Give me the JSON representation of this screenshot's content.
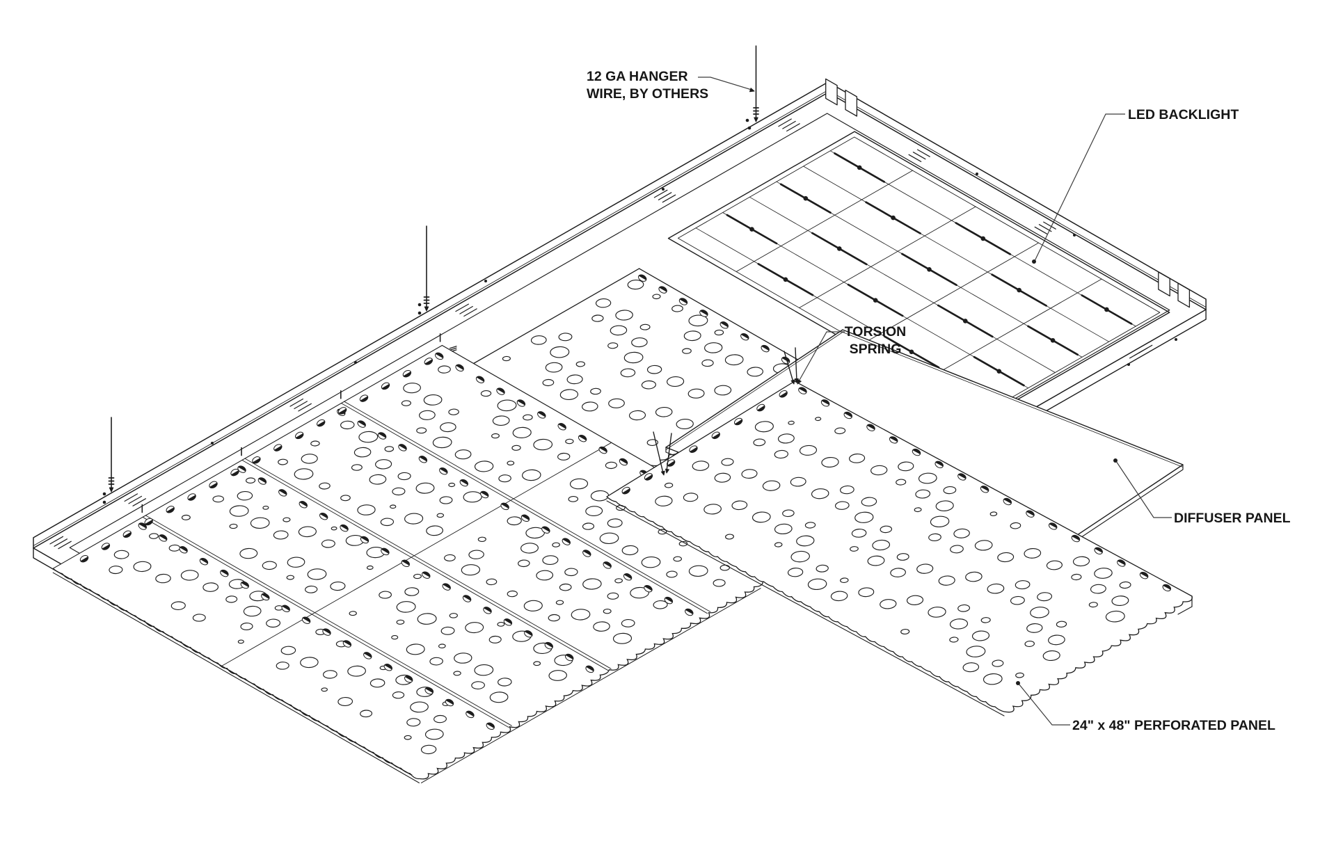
{
  "drawing": {
    "colors": {
      "line": "#1d1d1d",
      "leader": "#3c3c3c",
      "background": "#ffffff"
    },
    "labels": {
      "hanger_wire_line1": "12 GA HANGER",
      "hanger_wire_line2": "WIRE, BY OTHERS",
      "led_backlight": "LED BACKLIGHT",
      "torsion_spring_line1": "TORSION",
      "torsion_spring_line2": "SPRING",
      "diffuser_panel": "DIFFUSER PANEL",
      "perforated_panel": "24\" x 48\" PERFORATED PANEL"
    }
  }
}
